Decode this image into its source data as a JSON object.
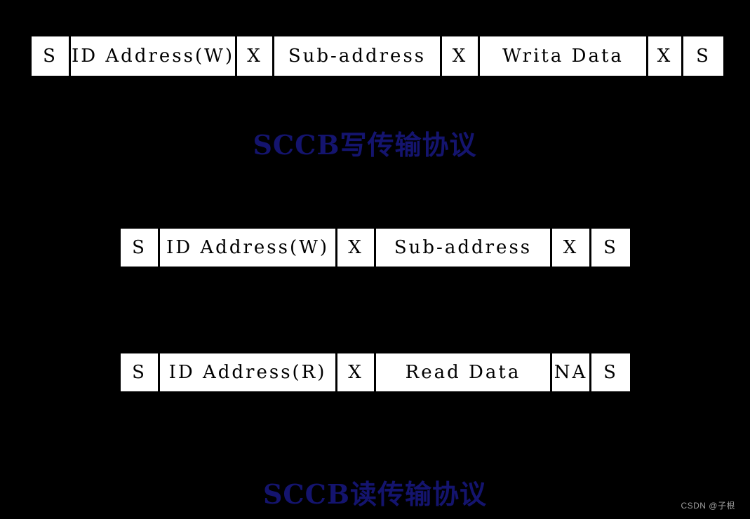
{
  "page": {
    "background": "#000000",
    "cell_background": "#ffffff",
    "cell_text_color": "#000000",
    "title_color": "#14146e",
    "watermark_color": "#9e9e9e"
  },
  "titles": {
    "write": "SCCB写传输协议",
    "read": "SCCB读传输协议"
  },
  "rows": [
    {
      "id": "write-transmission",
      "cells": [
        "S",
        "ID Address(W)",
        "X",
        "Sub-address",
        "X",
        "Writa Data",
        "X",
        "S"
      ]
    },
    {
      "id": "read-transmission-phase1",
      "cells": [
        "S",
        "ID Address(W)",
        "X",
        "Sub-address",
        "X",
        "S"
      ]
    },
    {
      "id": "read-transmission-phase2",
      "cells": [
        "S",
        "ID Address(R)",
        "X",
        "Read Data",
        "NA",
        "S"
      ]
    }
  ],
  "watermark": {
    "text": "CSDN @子根"
  }
}
